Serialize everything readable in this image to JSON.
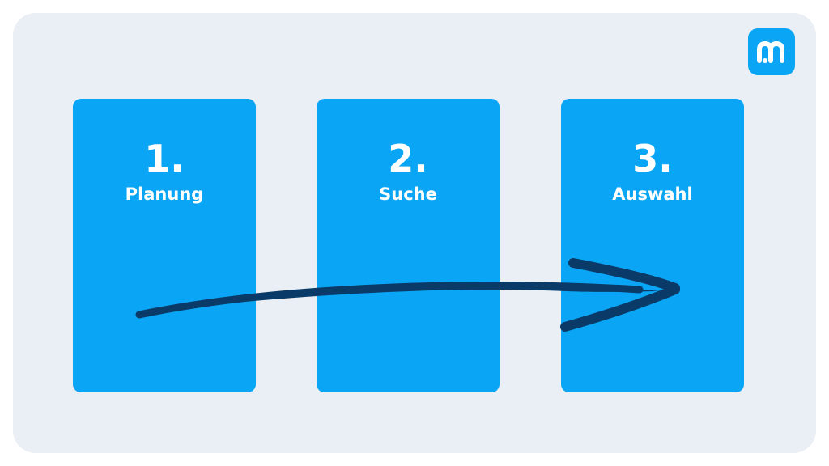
{
  "colors": {
    "background": "#e9eff4",
    "card": "#0aa6f5",
    "arrow": "#0a3b68",
    "logo": "#0aa6f5",
    "text": "#ffffff"
  },
  "logo": {
    "icon": "m-logo-icon",
    "text": "m"
  },
  "steps": [
    {
      "number": "1.",
      "label": "Planung"
    },
    {
      "number": "2.",
      "label": "Suche"
    },
    {
      "number": "3.",
      "label": "Auswahl"
    }
  ],
  "arrow": {
    "icon": "hand-drawn-arrow-right",
    "from_step": 1,
    "to_step": 3
  }
}
